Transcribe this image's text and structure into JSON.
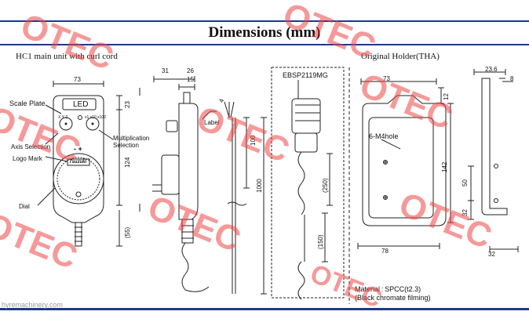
{
  "page": {
    "title": "Dimensions (mm)",
    "footer": "hyremachinery.com"
  },
  "main_unit": {
    "caption": "HC1 main unit with curl cord",
    "labels": {
      "scale_plate": "Scale Plate",
      "led": "LED",
      "axis_selection": "Axis Selection",
      "logo_mark": "Logo Mark",
      "dial": "Dial",
      "multiplication_selection": "Multiplication\nSelection",
      "label": "Label",
      "brand": "Tsuzuki",
      "axis_marks": "X Y Z",
      "mult_marks": "x1 x10 x100",
      "dial_marks": "- +"
    },
    "dims": {
      "width": "73",
      "top_offset": "23",
      "body_height": "124",
      "cord_stub": "(55)",
      "side_31": "31",
      "side_26": "26",
      "side_15": "15",
      "cord_4": "4",
      "cord_100": "100",
      "cord_1000": "1000",
      "cord_250": "(250)",
      "cord_150": "(150)"
    },
    "connector": "EBSP2119MG"
  },
  "holder": {
    "caption": "Original Holder(THA)",
    "hole_label": "6-M4hole",
    "dims": {
      "top_width": "73",
      "top_12": "12",
      "height_142": "142",
      "bottom_width": "78",
      "side_23_6": "23.6",
      "side_8": "8",
      "side_50": "50",
      "side_32a": "32",
      "side_32b": "32"
    },
    "material": "Material : SPCC(t2.3)",
    "finish": "(Black chromate filming)"
  },
  "watermark": {
    "text": "OTEC",
    "color": "#ee4646"
  }
}
